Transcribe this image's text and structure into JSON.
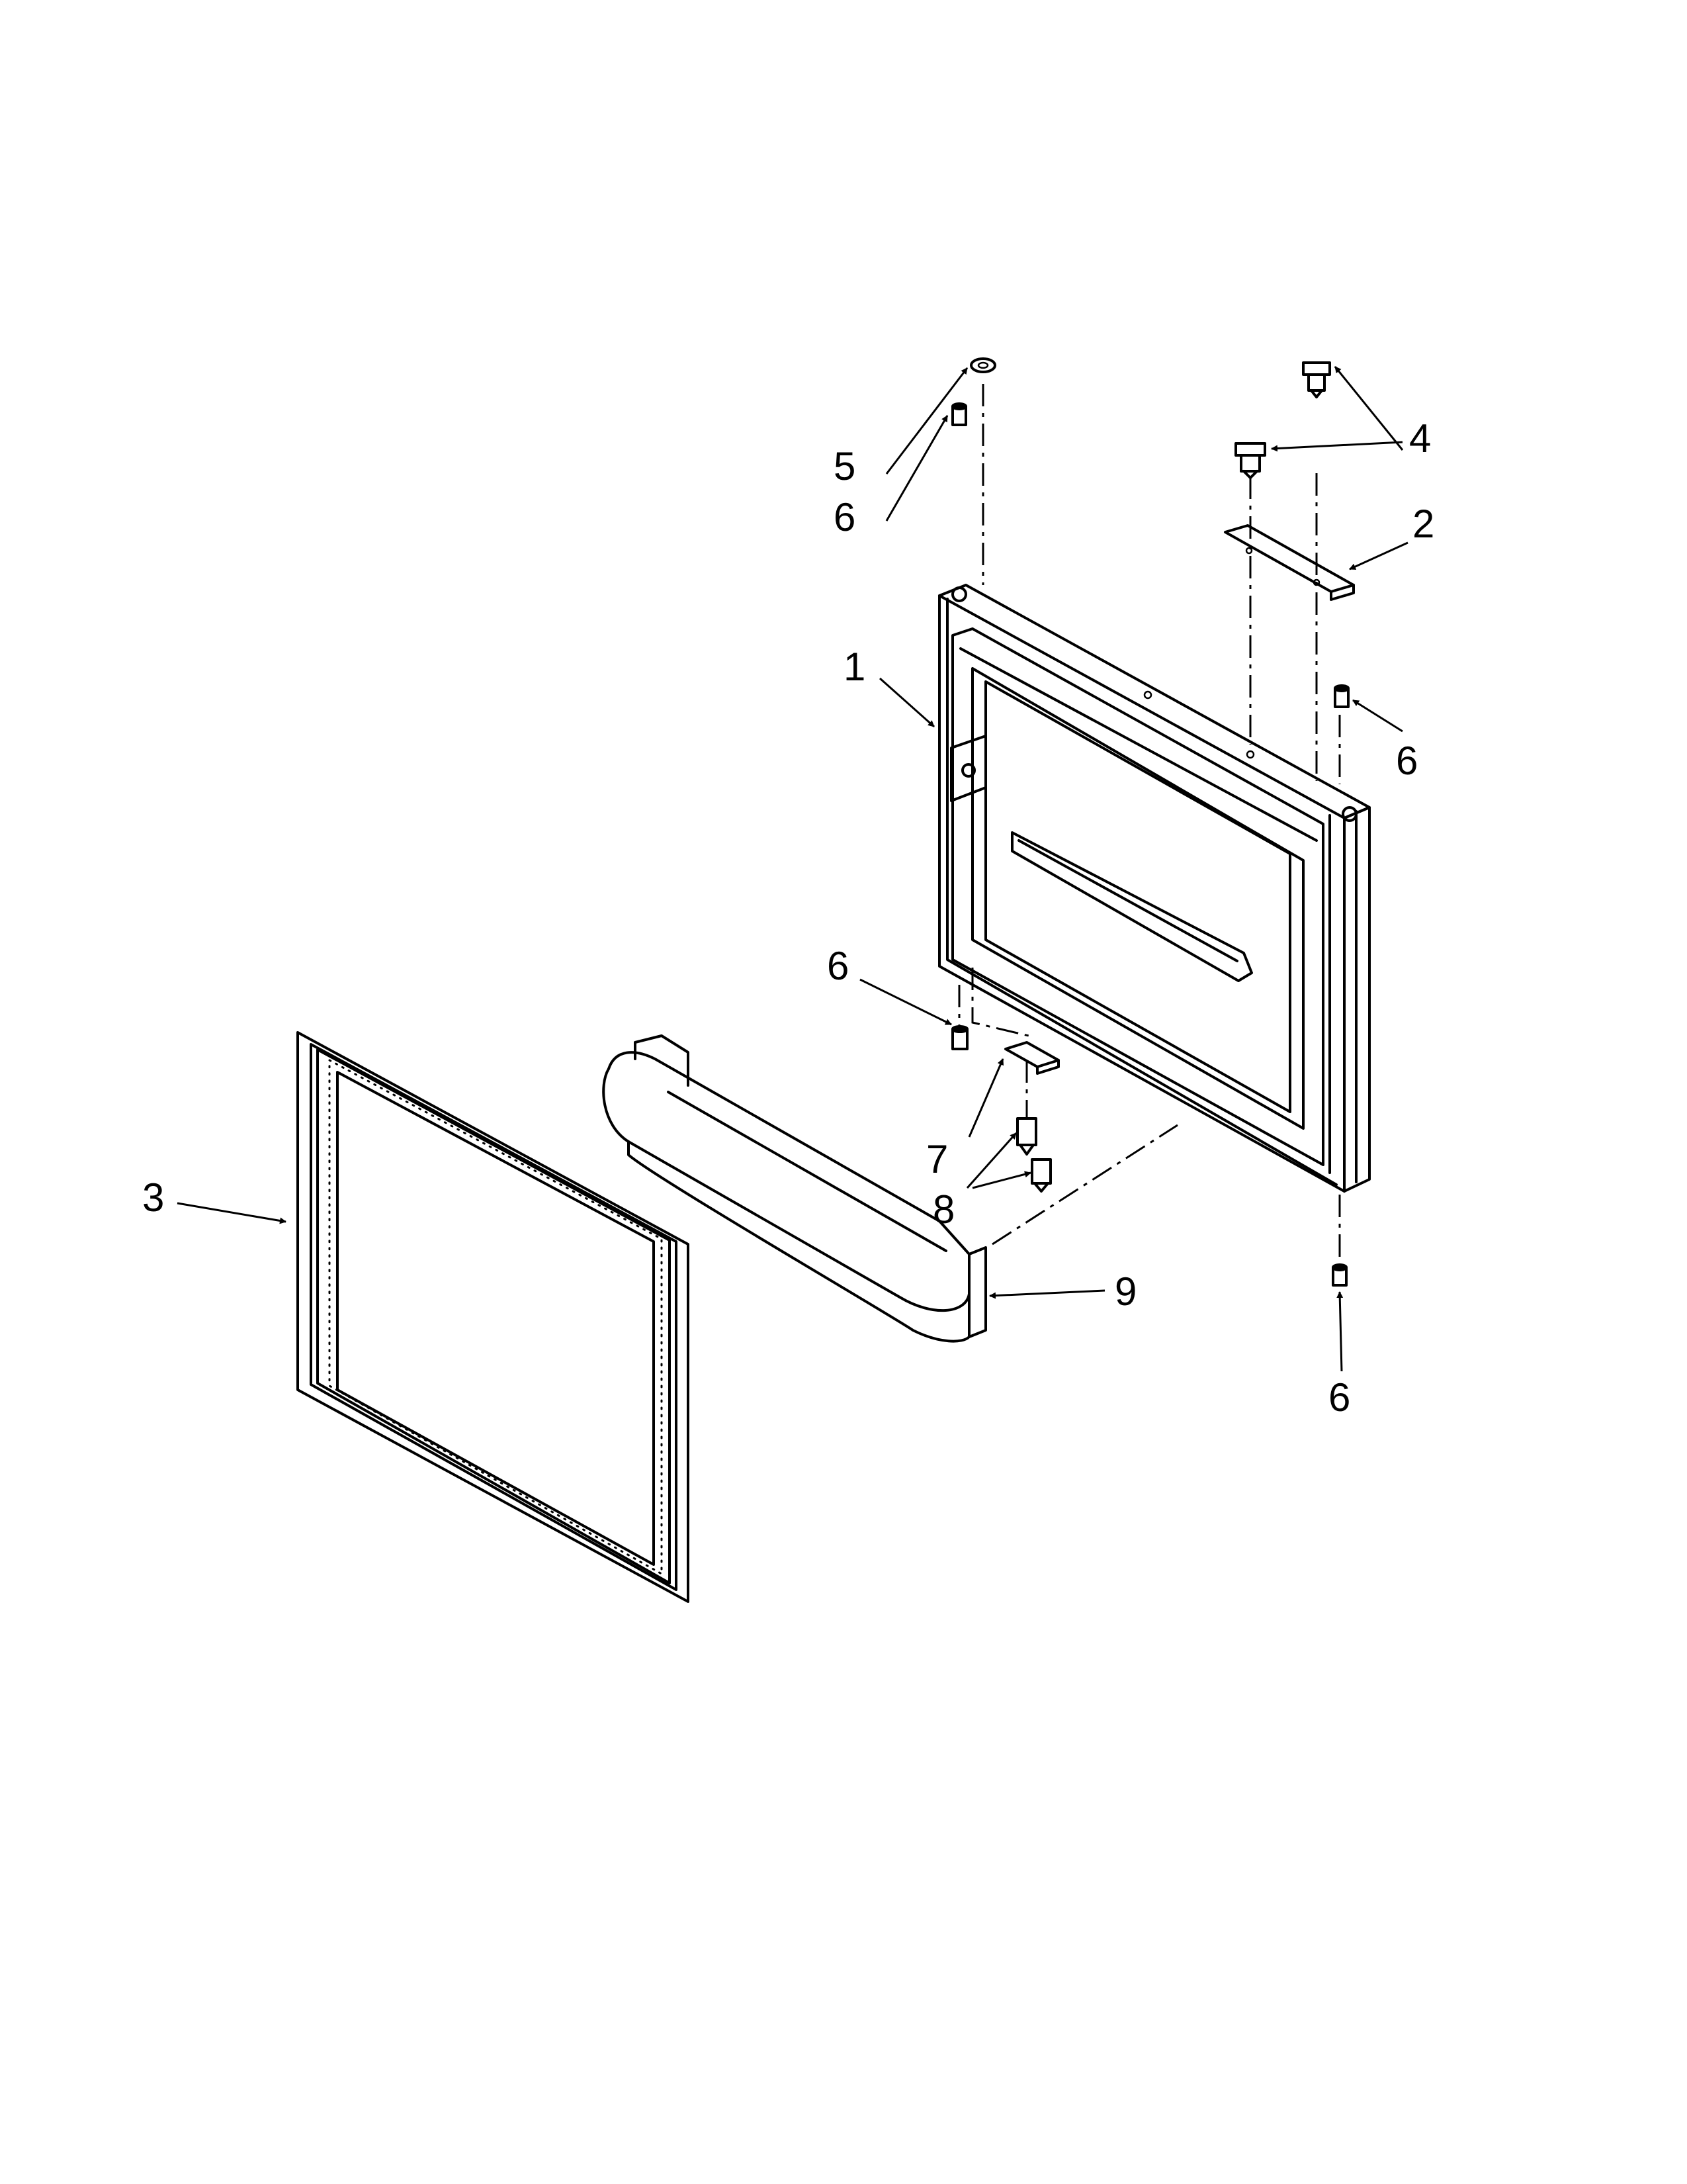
{
  "diagram": {
    "type": "exploded-parts-view",
    "callouts": [
      {
        "id": "c1",
        "label": "1",
        "part": "door-assembly"
      },
      {
        "id": "c2",
        "label": "2",
        "part": "hinge-plate"
      },
      {
        "id": "c3",
        "label": "3",
        "part": "door-gasket"
      },
      {
        "id": "c4",
        "label": "4",
        "part": "hinge-screws"
      },
      {
        "id": "c5",
        "label": "5",
        "part": "washer"
      },
      {
        "id": "c6a",
        "label": "6",
        "part": "bushing-top-left"
      },
      {
        "id": "c6b",
        "label": "6",
        "part": "bushing-top-right"
      },
      {
        "id": "c6c",
        "label": "6",
        "part": "bushing-bottom-left"
      },
      {
        "id": "c6d",
        "label": "6",
        "part": "bushing-bottom-right"
      },
      {
        "id": "c7",
        "label": "7",
        "part": "bracket"
      },
      {
        "id": "c8",
        "label": "8",
        "part": "bracket-screws"
      },
      {
        "id": "c9",
        "label": "9",
        "part": "door-bin"
      }
    ]
  }
}
